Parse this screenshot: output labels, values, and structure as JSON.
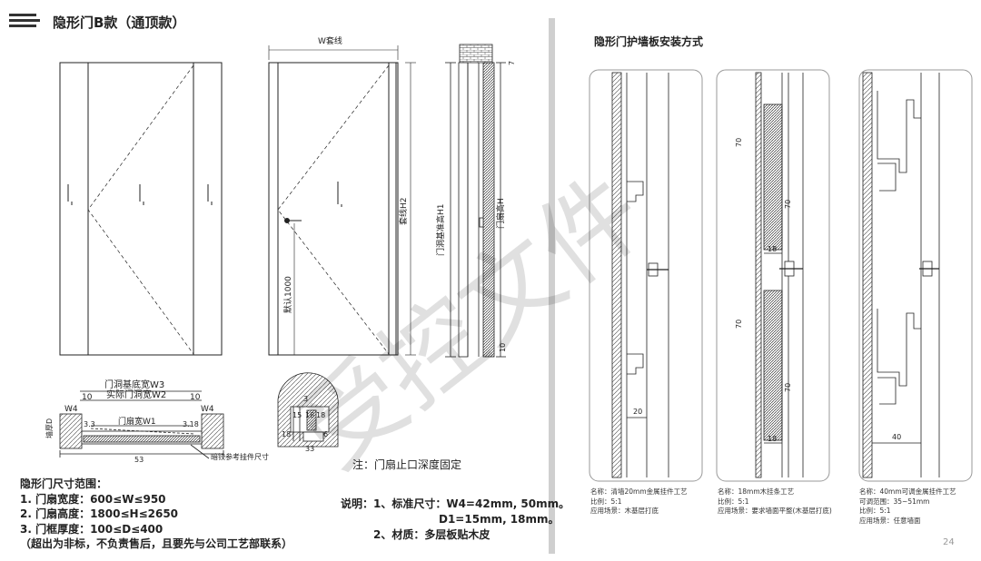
{
  "header": {
    "title": "隐形门B款（通顶款）",
    "right_title": "隐形门护墙板安装方式"
  },
  "left_panel": {
    "dims": {
      "w_total": "W套线",
      "h_total": "套线H2",
      "h_hole": "门洞基准高H1",
      "h_leaf": "门扇高H",
      "handle": "默认1000",
      "w3": "门洞基底宽W3",
      "w2": "实际门洞宽W2",
      "w1": "门扇宽W1",
      "ten": "10",
      "w4": "W4",
      "d_wall": "墙厚D",
      "n33": "3.3",
      "n318": "3.18",
      "n53": "53",
      "hinge_ref": "暗铰参考挂件尺寸",
      "n7": "7",
      "n10": "10"
    },
    "detail": {
      "n3": "3",
      "n15": "15",
      "n18a": "18",
      "n18b": "18",
      "n18c": "18",
      "n33": "33",
      "n6": "6"
    },
    "note": "注：门扇止口深度固定",
    "spec": {
      "title": "隐形门尺寸范围：",
      "lines": [
        "1. 门扇宽度：600≤W≤950",
        "2. 门扇高度：1800≤H≤2650",
        "3. 门框厚度：100≤D≤400",
        "（超出为非标，不负责售后，且要先与公司工艺部联系）"
      ]
    },
    "description": {
      "line1": "说明：1、标准尺寸：W4=42mm, 50mm。",
      "line2": "D1=15mm, 18mm。",
      "line3": "2、材质：多层板贴木皮"
    }
  },
  "right_panel": {
    "panels": [
      {
        "labels": {
          "d20": "20"
        },
        "caption": [
          "名称：清墙20mm金属挂件工艺",
          "比例：5:1",
          "应用场景：木基层打底"
        ]
      },
      {
        "labels": {
          "a70": "70",
          "b70": "70",
          "c70": "70",
          "d70": "70",
          "n18a": "18",
          "n18b": "18"
        },
        "caption": [
          "名称：18mm木挂条工艺",
          "比例：5:1",
          "应用场景：要求墙面平整(木基层打底)"
        ]
      },
      {
        "labels": {
          "d40": "40"
        },
        "caption": [
          "名称：40mm可调金属挂件工艺",
          "可调范围：35~51mm",
          "比例：5:1",
          "应用场景：任意墙面"
        ]
      }
    ]
  },
  "watermark": "受控文件",
  "page_number": "24"
}
